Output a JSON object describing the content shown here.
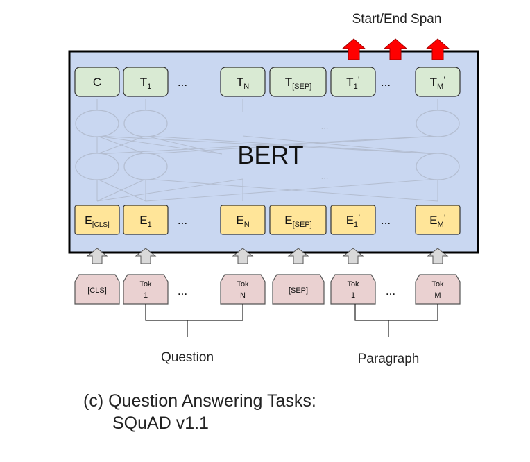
{
  "title_top": "Start/End Span",
  "model_label": "BERT",
  "ellipsis": "...",
  "output_tokens": [
    {
      "base": "C",
      "sub": "",
      "sup": ""
    },
    {
      "base": "T",
      "sub": "1",
      "sup": ""
    },
    {
      "base": "T",
      "sub": "N",
      "sup": ""
    },
    {
      "base": "T",
      "sub": "[SEP]",
      "sup": ""
    },
    {
      "base": "T",
      "sub": "1",
      "sup": "’"
    },
    {
      "base": "T",
      "sub": "M",
      "sup": "’"
    }
  ],
  "embeddings": [
    {
      "base": "E",
      "sub": "[CLS]",
      "sup": ""
    },
    {
      "base": "E",
      "sub": "1",
      "sup": ""
    },
    {
      "base": "E",
      "sub": "N",
      "sup": ""
    },
    {
      "base": "E",
      "sub": "[SEP]",
      "sup": ""
    },
    {
      "base": "E",
      "sub": "1",
      "sup": "’"
    },
    {
      "base": "E",
      "sub": "M",
      "sup": "’"
    }
  ],
  "input_tokens": [
    {
      "line1": "[CLS]",
      "line2": ""
    },
    {
      "line1": "Tok",
      "line2": "1"
    },
    {
      "line1": "Tok",
      "line2": "N"
    },
    {
      "line1": "[SEP]",
      "line2": ""
    },
    {
      "line1": "Tok",
      "line2": "1"
    },
    {
      "line1": "Tok",
      "line2": "M"
    }
  ],
  "group_labels": {
    "question": "Question",
    "paragraph": "Paragraph"
  },
  "caption": {
    "line1": "(c) Question Answering Tasks:",
    "line2": "SQuAD v1.1"
  },
  "colors": {
    "bert_bg": "#c9d7f1",
    "output_fill": "#d9ead3",
    "embedding_fill": "#ffe599",
    "input_fill": "#ead1d1",
    "arrow_red": "#ff0000",
    "arrow_gray": "#d9d9d9"
  }
}
